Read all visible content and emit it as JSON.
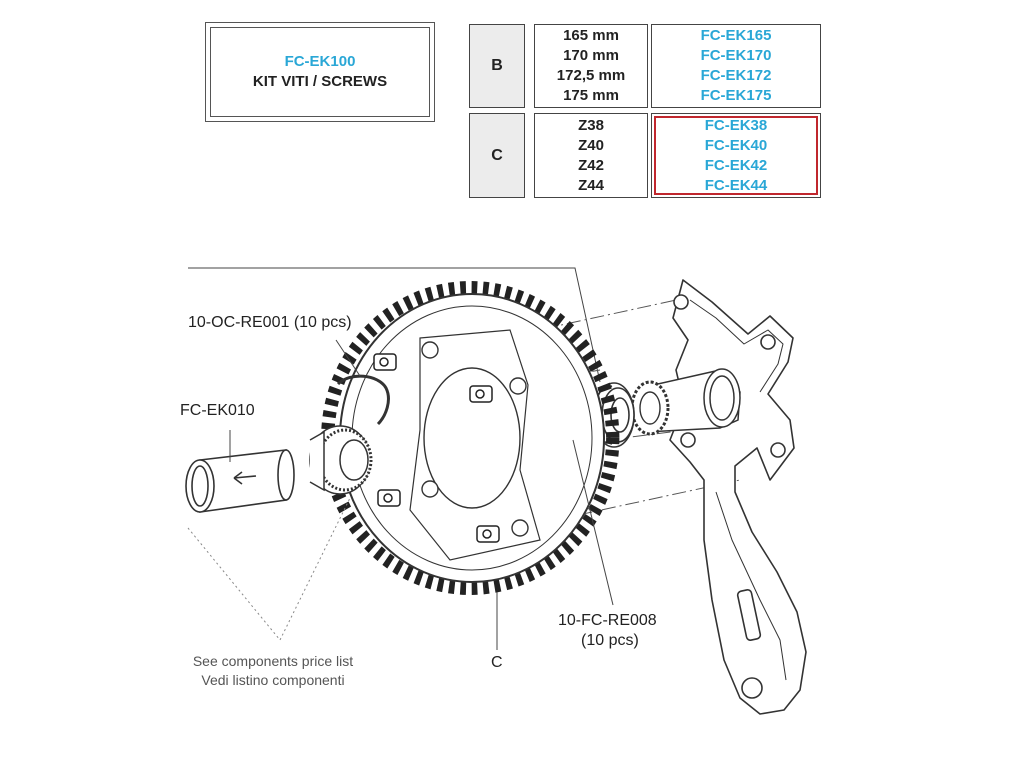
{
  "kit": {
    "code": "FC-EK100",
    "description": "KIT VITI / SCREWS"
  },
  "table": {
    "rows": [
      {
        "letter": "B",
        "sizes": [
          "165 mm",
          "170 mm",
          "172,5 mm",
          "175 mm"
        ],
        "codes": [
          "FC-EK165",
          "FC-EK170",
          "FC-EK172",
          "FC-EK175"
        ]
      },
      {
        "letter": "C",
        "sizes": [
          "Z38",
          "Z40",
          "Z42",
          "Z44"
        ],
        "codes": [
          "FC-EK38",
          "FC-EK40",
          "FC-EK42",
          "FC-EK44"
        ]
      }
    ]
  },
  "labels": {
    "ring_code": "10-OC-RE001 (10 pcs)",
    "spindle_code": "FC-EK010",
    "bolt_code_line1": "10-FC-RE008",
    "bolt_code_line2": "(10 pcs)",
    "chainring_letter": "C",
    "note_line1": "See components price list",
    "note_line2": "Vedi listino componenti"
  },
  "colors": {
    "accent_cyan": "#2aa7d6",
    "highlight_red": "#c0272d"
  }
}
